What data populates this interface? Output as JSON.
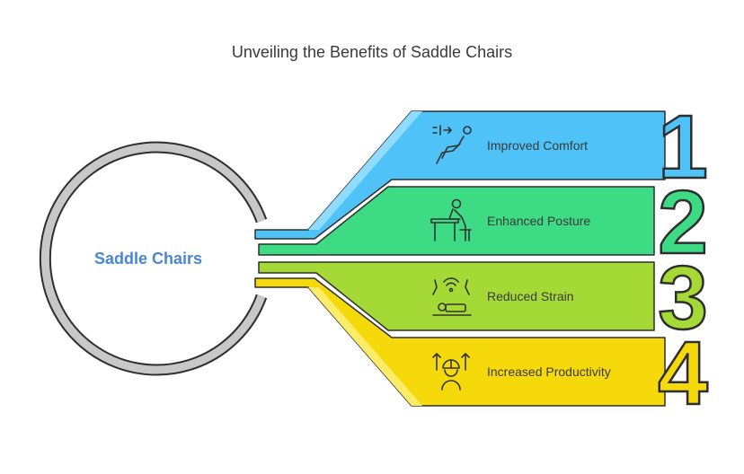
{
  "title": "Unveiling the Benefits of Saddle Chairs",
  "hub": {
    "label": "Saddle Chairs"
  },
  "items": [
    {
      "number": "1",
      "label": "Improved Comfort",
      "icon": "reclining-person-icon",
      "color": "#4fc3f7",
      "light": "#7fd8ff"
    },
    {
      "number": "2",
      "label": "Enhanced Posture",
      "icon": "person-at-desk-icon",
      "color": "#3ddc84",
      "light": "#7ff0b8"
    },
    {
      "number": "3",
      "label": "Reduced Strain",
      "icon": "relaxed-person-icon",
      "color": "#a5d936",
      "light": "#cdee6e"
    },
    {
      "number": "4",
      "label": "Increased Productivity",
      "icon": "worker-growth-icon",
      "color": "#f5d90a",
      "light": "#fbec6a"
    }
  ]
}
